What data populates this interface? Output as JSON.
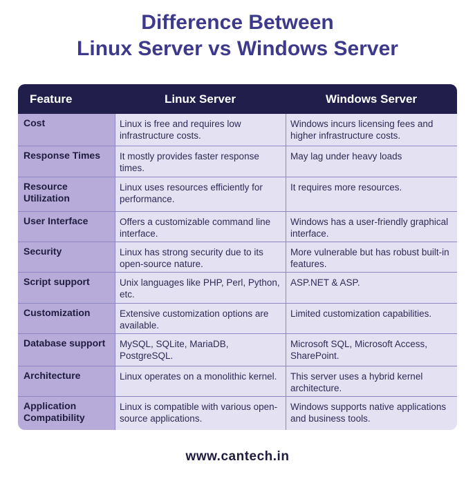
{
  "title": {
    "line1": "Difference Between",
    "line2": "Linux Server vs Windows Server"
  },
  "table": {
    "headers": [
      "Feature",
      "Linux Server",
      "Windows Server"
    ],
    "rows": [
      {
        "feature": "Cost",
        "linux": "Linux is free and requires low infrastructure costs.",
        "windows": "Windows incurs licensing fees and higher infrastructure costs."
      },
      {
        "feature": "Response Times",
        "linux": "It mostly provides faster response times.",
        "windows": "May lag under heavy loads"
      },
      {
        "feature": "Resource Utilization",
        "linux": "Linux uses resources efficiently for performance.",
        "windows": "It requires more resources."
      },
      {
        "feature": "User Interface",
        "linux": "Offers a customizable command line interface.",
        "windows": "Windows has a user-friendly graphical interface."
      },
      {
        "feature": "Security",
        "linux": "Linux has strong security due to its open-source nature.",
        "windows": "More vulnerable but has robust built-in features."
      },
      {
        "feature": "Script support",
        "linux": "Unix languages like PHP, Perl, Python, etc.",
        "windows": "ASP.NET & ASP."
      },
      {
        "feature": "Customization",
        "linux": "Extensive customization options are available.",
        "windows": "Limited customization capabilities."
      },
      {
        "feature": "Database support",
        "linux": "MySQL, SQLite, MariaDB, PostgreSQL.",
        "windows": "Microsoft SQL, Microsoft Access, SharePoint."
      },
      {
        "feature": "Architecture",
        "linux": "Linux operates on a monolithic kernel.",
        "windows": "This server uses a hybrid kernel architecture."
      },
      {
        "feature": "Application Compatibility",
        "linux": "Linux is compatible with various open-source applications.",
        "windows": "Windows supports native applications and business tools."
      }
    ]
  },
  "footer": {
    "url": "www.cantech.in"
  }
}
